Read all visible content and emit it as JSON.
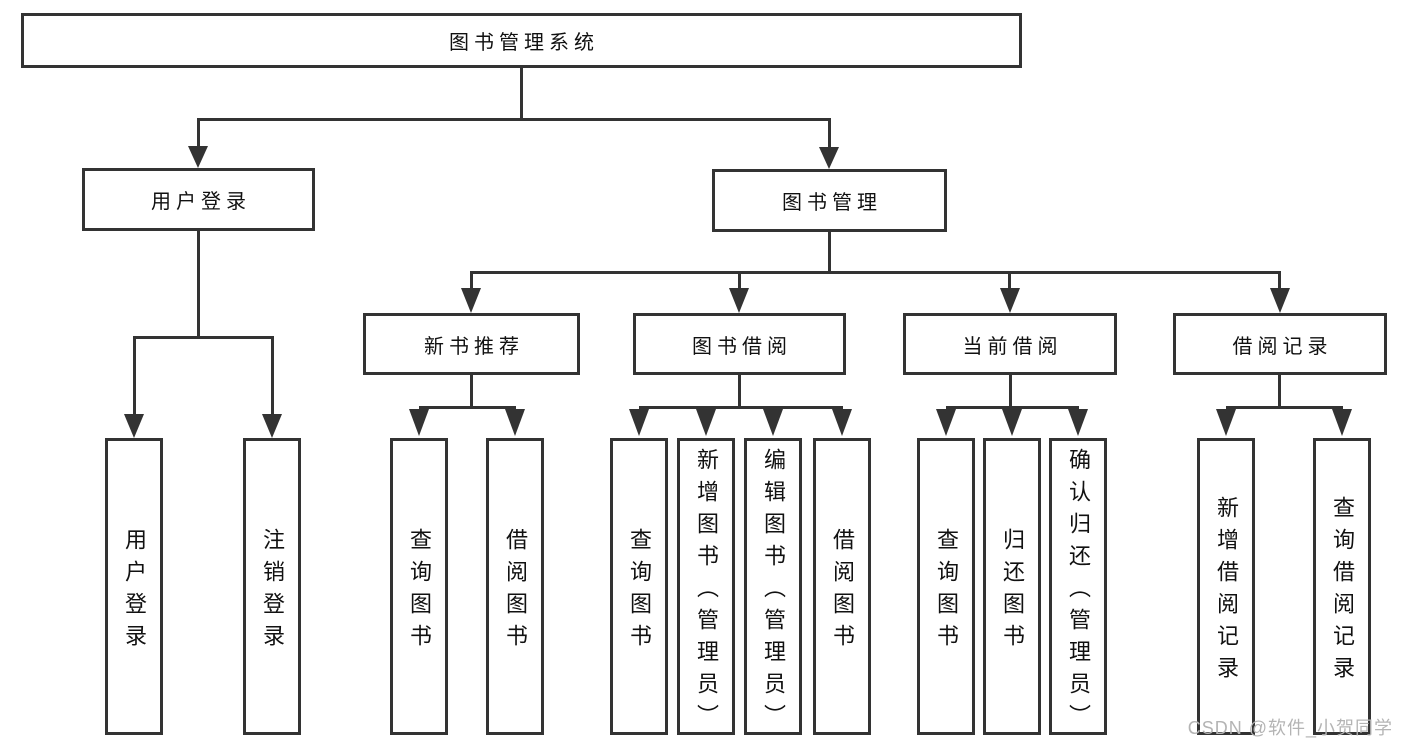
{
  "nodes": {
    "root": "图书管理系统",
    "level1": [
      {
        "label": "用户登录"
      },
      {
        "label": "图书管理"
      }
    ],
    "level2": [
      {
        "label": "新书推荐",
        "parent": "图书管理"
      },
      {
        "label": "图书借阅",
        "parent": "图书管理"
      },
      {
        "label": "当前借阅",
        "parent": "图书管理"
      },
      {
        "label": "借阅记录",
        "parent": "图书管理"
      }
    ],
    "leaves": [
      {
        "label": "用户登录",
        "parent": "用户登录"
      },
      {
        "label": "注销登录",
        "parent": "用户登录"
      },
      {
        "label": "查询图书",
        "parent": "新书推荐"
      },
      {
        "label": "借阅图书",
        "parent": "新书推荐"
      },
      {
        "label": "查询图书",
        "parent": "图书借阅"
      },
      {
        "label": "新增图书（管理员）",
        "parent": "图书借阅"
      },
      {
        "label": "编辑图书（管理员）",
        "parent": "图书借阅"
      },
      {
        "label": "借阅图书",
        "parent": "图书借阅"
      },
      {
        "label": "查询图书",
        "parent": "当前借阅"
      },
      {
        "label": "归还图书",
        "parent": "当前借阅"
      },
      {
        "label": "确认归还（管理员）",
        "parent": "当前借阅"
      },
      {
        "label": "新增借阅记录",
        "parent": "借阅记录"
      },
      {
        "label": "查询借阅记录",
        "parent": "借阅记录"
      }
    ]
  },
  "watermark": {
    "text": "CSDN @软件_小贺同学"
  },
  "colors": {
    "line": "#333333",
    "text": "#111111",
    "muted": "#b4b4b4",
    "bg": "#ffffff"
  }
}
